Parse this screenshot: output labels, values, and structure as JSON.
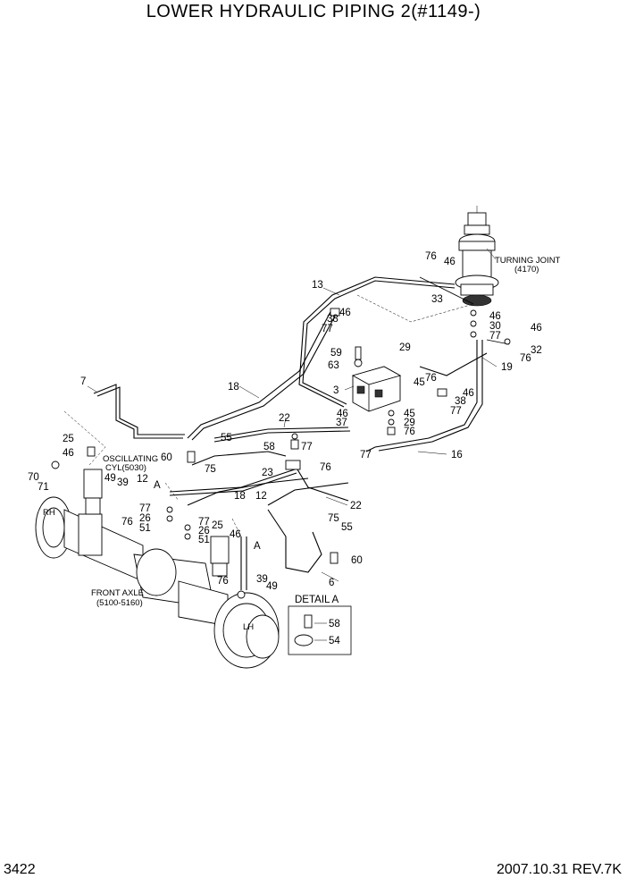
{
  "title": "LOWER HYDRAULIC PIPING 2(#1149-)",
  "page_number": "3422",
  "revision": "2007.10.31  REV.7K",
  "component_labels": {
    "turning_joint": "TURNING JOINT",
    "turning_joint_ref": "(4170)",
    "oscillating_cyl": "OSCILLATING",
    "oscillating_cyl_ref": "CYL(5030)",
    "front_axle": "FRONT AXLE",
    "front_axle_ref": "(5100-5160)",
    "detail_a": "DETAIL A",
    "detail_marker_a1": "A",
    "detail_marker_a2": "A",
    "rh_mark": "RH",
    "lh_mark": "LH"
  },
  "callouts": {
    "c76a": "76",
    "c46a": "46",
    "c13": "13",
    "c33": "33",
    "c46b": "46",
    "c38a": "38",
    "c77a": "77",
    "c46c": "46",
    "c30": "30",
    "c77b": "77",
    "c46d": "46",
    "c32": "32",
    "c76b": "76",
    "c19": "19",
    "c59": "59",
    "c63": "63",
    "c29a": "29",
    "c76c": "76",
    "c45a": "45",
    "c18a": "18",
    "c3": "3",
    "c46e": "46",
    "c38b": "38",
    "c77c": "77",
    "c7": "7",
    "c22a": "22",
    "c46f": "46",
    "c37": "37",
    "c45b": "45",
    "c29b": "29",
    "c76d": "76",
    "c25a": "25",
    "c46g": "46",
    "c55a": "55",
    "c58a": "58",
    "c77d": "77",
    "c16": "16",
    "c60a": "60",
    "c75a": "75",
    "c23": "23",
    "c76e": "76",
    "c77e": "77",
    "c70": "70",
    "c71": "71",
    "c49a": "49",
    "c39a": "39",
    "c12a": "12",
    "c18b": "18",
    "c12b": "12",
    "c77f": "77",
    "c26a": "26",
    "c51a": "51",
    "c76f": "76",
    "c22b": "22",
    "c25b": "25",
    "c77g": "77",
    "c26b": "26",
    "c51b": "51",
    "c46h": "46",
    "c75b": "75",
    "c55b": "55",
    "c60b": "60",
    "c76g": "76",
    "c39b": "39",
    "c49b": "49",
    "c6": "6",
    "c58b": "58",
    "c54": "54"
  }
}
